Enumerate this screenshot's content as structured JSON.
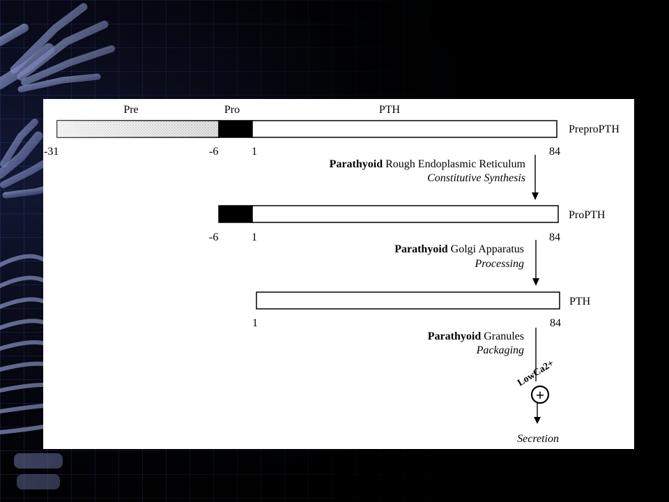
{
  "diagram": {
    "segment_labels": {
      "pre": "Pre",
      "pro": "Pro",
      "pth": "PTH"
    },
    "bars": {
      "prepro": {
        "name": "PreproPTH",
        "ticks": [
          "-31",
          "-6",
          "1",
          "84"
        ]
      },
      "pro": {
        "name": "ProPTH",
        "ticks": [
          "-6",
          "1",
          "84"
        ]
      },
      "pth": {
        "name": "PTH",
        "ticks": [
          "1",
          "84"
        ]
      }
    },
    "steps": [
      {
        "organ": "Parathyoid",
        "location": "Rough Endoplasmic Reticulum",
        "process": "Constitutive Synthesis"
      },
      {
        "organ": "Parathyoid",
        "location": "Golgi Apparatus",
        "process": "Processing"
      },
      {
        "organ": "Parathyoid",
        "location": "Granules",
        "process": "Packaging"
      }
    ],
    "stimulus": {
      "label": "LowCa2+",
      "symbol": "+"
    },
    "outcome": "Secretion"
  },
  "colors": {
    "background": "#000000",
    "panel": "#ffffff",
    "grid": "#3a4a9a"
  },
  "icons": [
    "xray-hand-icon",
    "xray-spine-icon",
    "plus-circle-icon",
    "down-arrow-icon"
  ]
}
